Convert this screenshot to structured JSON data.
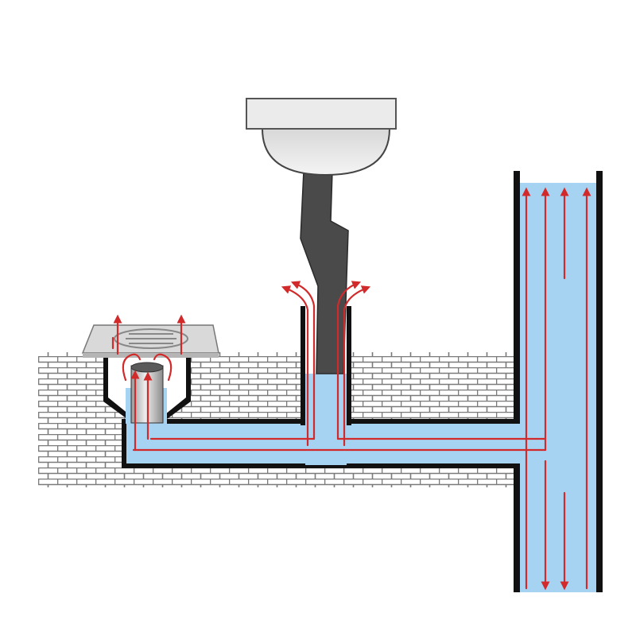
{
  "diagram": {
    "colors": {
      "background": "#ffffff",
      "water": "#a6d3f2",
      "pipe_wall": "#111111",
      "airflow": "#d22a2a",
      "brick": "#ffffff",
      "mortar": "#7a7a7a",
      "drain_metal": "#d9d9d9",
      "sink": "#ebebeb",
      "tailpiece": "#4a4a4a"
    },
    "components": [
      "sink-basin",
      "sink-tailpiece",
      "floor-drain",
      "brick-floor",
      "horizontal-drain-pipe",
      "vertical-stack"
    ],
    "icons": [
      "arrow-up-icon",
      "arrow-down-icon",
      "airflow-line-icon"
    ]
  }
}
